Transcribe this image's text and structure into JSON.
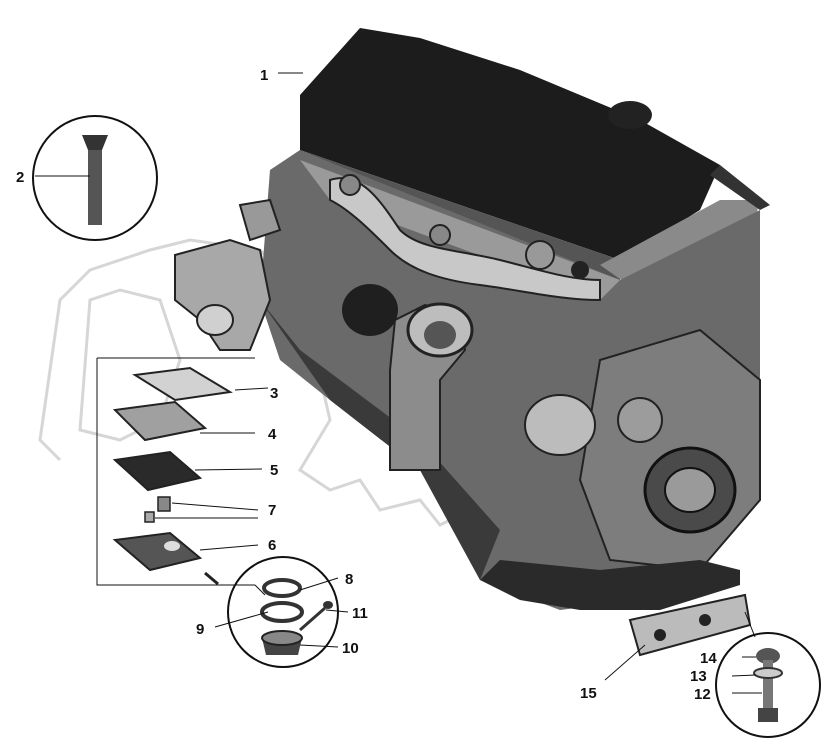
{
  "diagram": {
    "callouts": [
      "1",
      "2",
      "3",
      "4",
      "5",
      "6",
      "7",
      "8",
      "9",
      "10",
      "11",
      "12",
      "13",
      "14",
      "15"
    ]
  },
  "colors": {
    "ink": "#111111",
    "dark": "#222222",
    "mid": "#6e6e6e",
    "light": "#b8b8b8",
    "paper": "#ffffff"
  }
}
